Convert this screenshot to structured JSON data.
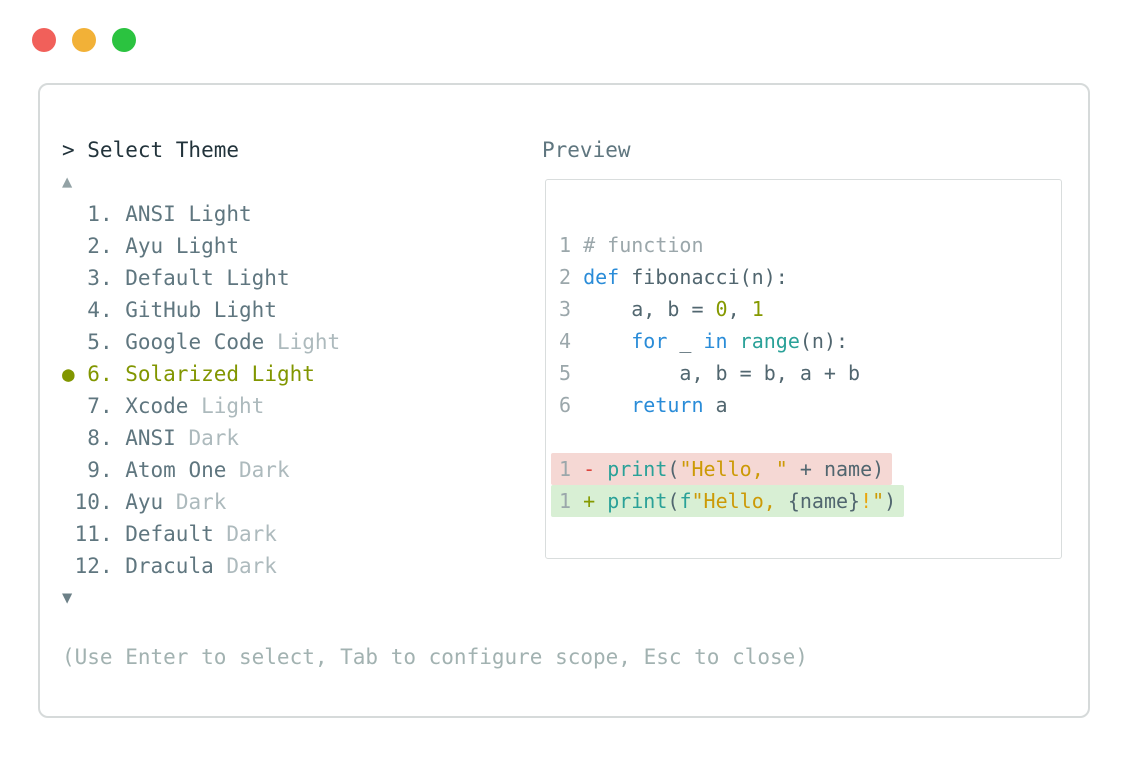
{
  "window": {
    "traffic_lights": [
      {
        "name": "close",
        "color": "#f1605a"
      },
      {
        "name": "minimize",
        "color": "#f2b137"
      },
      {
        "name": "zoom",
        "color": "#2bc340"
      }
    ]
  },
  "picker": {
    "header": "> Select Theme",
    "scroll_up": "▲",
    "scroll_down": "▼",
    "selected_marker": "●",
    "help": "(Use Enter to select, Tab to configure scope, Esc to close)"
  },
  "themes": [
    {
      "number": "1",
      "name": "ANSI",
      "variant": "Light",
      "faded": false,
      "selected": false
    },
    {
      "number": "2",
      "name": "Ayu",
      "variant": "Light",
      "faded": false,
      "selected": false
    },
    {
      "number": "3",
      "name": "Default",
      "variant": "Light",
      "faded": false,
      "selected": false
    },
    {
      "number": "4",
      "name": "GitHub",
      "variant": "Light",
      "faded": false,
      "selected": false
    },
    {
      "number": "5",
      "name": "Google Code",
      "variant": "Light",
      "faded": true,
      "selected": false
    },
    {
      "number": "6",
      "name": "Solarized",
      "variant": "Light",
      "faded": false,
      "selected": true
    },
    {
      "number": "7",
      "name": "Xcode",
      "variant": "Light",
      "faded": true,
      "selected": false
    },
    {
      "number": "8",
      "name": "ANSI",
      "variant": "Dark",
      "faded": true,
      "selected": false
    },
    {
      "number": "9",
      "name": "Atom One",
      "variant": "Dark",
      "faded": true,
      "selected": false
    },
    {
      "number": "10",
      "name": "Ayu",
      "variant": "Dark",
      "faded": true,
      "selected": false
    },
    {
      "number": "11",
      "name": "Default",
      "variant": "Dark",
      "faded": true,
      "selected": false
    },
    {
      "number": "12",
      "name": "Dracula",
      "variant": "Dark",
      "faded": true,
      "selected": false
    }
  ],
  "preview": {
    "title": "Preview",
    "lines": [
      {
        "num": "1",
        "diff": "",
        "tokens": [
          [
            "comment",
            "# function"
          ]
        ]
      },
      {
        "num": "2",
        "diff": "",
        "tokens": [
          [
            "kw",
            "def"
          ],
          [
            "code",
            " fibonacci(n):"
          ]
        ]
      },
      {
        "num": "3",
        "diff": "",
        "tokens": [
          [
            "code",
            "    a, b = "
          ],
          [
            "num",
            "0"
          ],
          [
            "code",
            ", "
          ],
          [
            "num",
            "1"
          ]
        ]
      },
      {
        "num": "4",
        "diff": "",
        "tokens": [
          [
            "code",
            "    "
          ],
          [
            "kw",
            "for"
          ],
          [
            "code",
            " _ "
          ],
          [
            "kw",
            "in"
          ],
          [
            "code",
            " "
          ],
          [
            "fn",
            "range"
          ],
          [
            "code",
            "(n):"
          ]
        ]
      },
      {
        "num": "5",
        "diff": "",
        "tokens": [
          [
            "code",
            "        a, b = b, a + b"
          ]
        ]
      },
      {
        "num": "6",
        "diff": "",
        "tokens": [
          [
            "code",
            "    "
          ],
          [
            "kw",
            "return"
          ],
          [
            "code",
            " a"
          ]
        ]
      },
      {
        "num": "",
        "diff": "",
        "tokens": []
      },
      {
        "num": "1",
        "diff": "removed",
        "tokens": [
          [
            "minus",
            "- "
          ],
          [
            "fn",
            "print"
          ],
          [
            "code",
            "("
          ],
          [
            "str",
            "\"Hello, \""
          ],
          [
            "code",
            " + name)"
          ]
        ]
      },
      {
        "num": "1",
        "diff": "added",
        "tokens": [
          [
            "plus",
            "+ "
          ],
          [
            "fn",
            "print"
          ],
          [
            "code",
            "("
          ],
          [
            "fn",
            "f"
          ],
          [
            "str",
            "\"Hello, "
          ],
          [
            "code",
            "{name}"
          ],
          [
            "bang",
            "!"
          ],
          [
            "str",
            "\""
          ],
          [
            "code",
            ")"
          ]
        ]
      }
    ]
  },
  "palette": {
    "list_text": "#5f767f",
    "list_faded": "#adbabd",
    "selected_olive": "#819600",
    "header_text": "#22333b",
    "help_text": "#a2b2b1",
    "border": "#d6dada",
    "code_default": "#51666f",
    "code_comment": "#9ba7ab",
    "code_blue": "#2a8cd8",
    "code_teal": "#2aa198",
    "code_olive": "#859900",
    "code_yellow": "#cc9a06",
    "code_red": "#dd453d",
    "code_amber": "#e8a50e",
    "diff_removed_bg": "#f5d8d4",
    "diff_added_bg": "#d8efd4"
  }
}
